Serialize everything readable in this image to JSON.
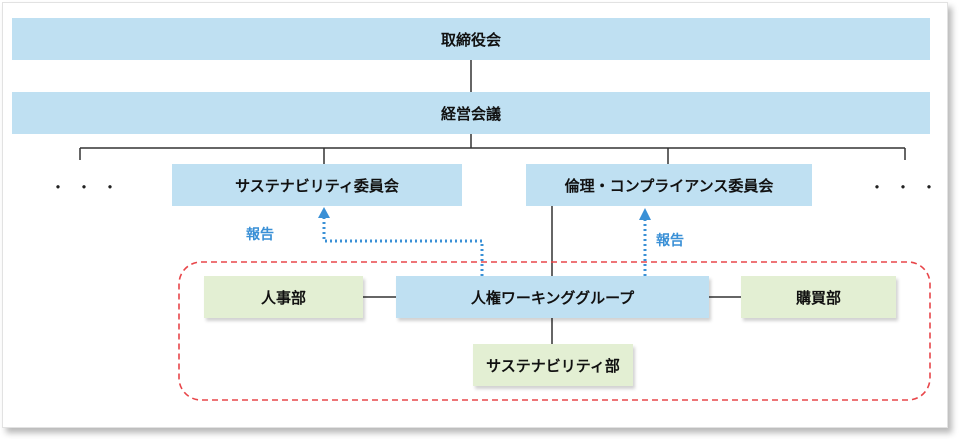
{
  "diagram": {
    "board": "取締役会",
    "management_meeting": "経営会議",
    "sustainability_committee": "サステナビリティ委員会",
    "ethics_committee": "倫理・コンプライアンス委員会",
    "ellipsis_left": "・・・",
    "ellipsis_right": "・・・",
    "report_left": "報告",
    "report_right": "報告",
    "hr_dept": "人事部",
    "working_group": "人権ワーキンググループ",
    "purchasing_dept": "購買部",
    "sustainability_dept": "サステナビリティ部"
  },
  "colors": {
    "committee_box": "#bfe0f2",
    "department_box": "#e3efd3",
    "report_arrow": "#3a90d6",
    "group_border": "#e8464a",
    "connector": "#333333"
  }
}
